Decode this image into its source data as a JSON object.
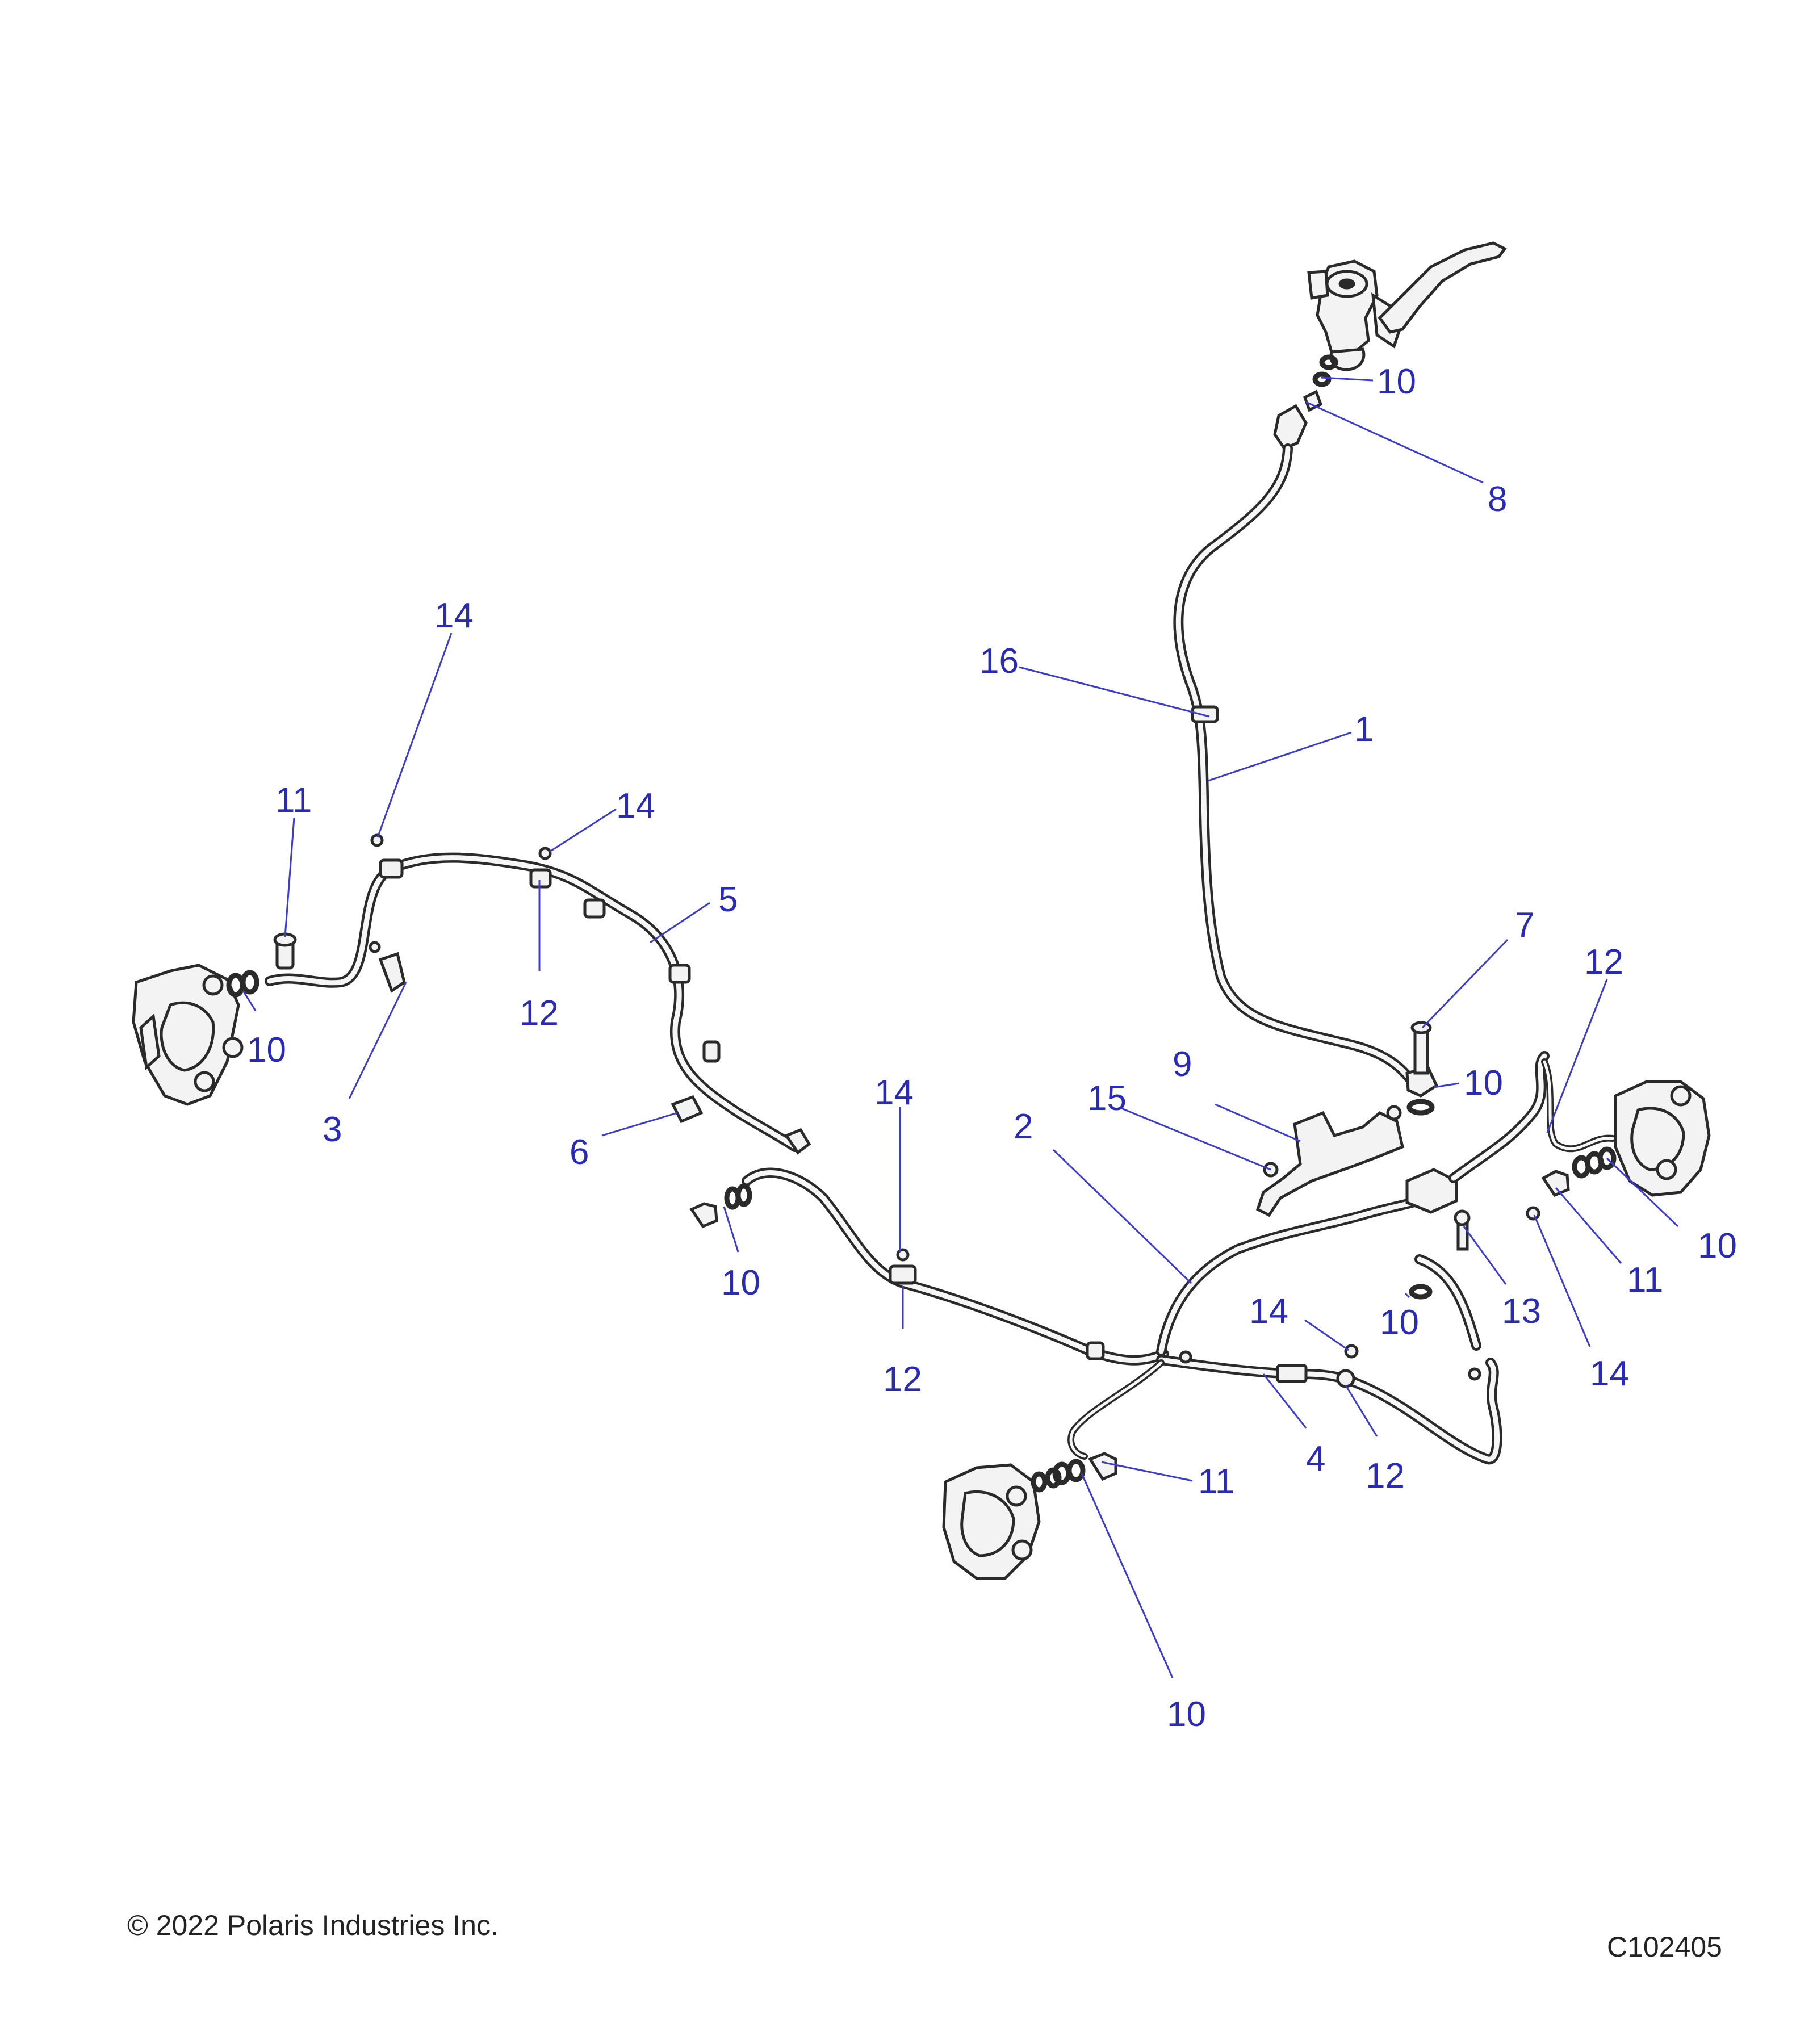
{
  "accent_color": "#2a2ab8",
  "callouts": [
    {
      "id": "c1",
      "label": "1"
    },
    {
      "id": "c2",
      "label": "2"
    },
    {
      "id": "c3",
      "label": "3"
    },
    {
      "id": "c4",
      "label": "4"
    },
    {
      "id": "c5",
      "label": "5"
    },
    {
      "id": "c6",
      "label": "6"
    },
    {
      "id": "c7",
      "label": "7"
    },
    {
      "id": "c8",
      "label": "8"
    },
    {
      "id": "c9",
      "label": "9"
    },
    {
      "id": "c10a",
      "label": "10"
    },
    {
      "id": "c10b",
      "label": "10"
    },
    {
      "id": "c10c",
      "label": "10"
    },
    {
      "id": "c10d",
      "label": "10"
    },
    {
      "id": "c10e",
      "label": "10"
    },
    {
      "id": "c10f",
      "label": "10"
    },
    {
      "id": "c10g",
      "label": "10"
    },
    {
      "id": "c11a",
      "label": "11"
    },
    {
      "id": "c11b",
      "label": "11"
    },
    {
      "id": "c11c",
      "label": "11"
    },
    {
      "id": "c12a",
      "label": "12"
    },
    {
      "id": "c12b",
      "label": "12"
    },
    {
      "id": "c12c",
      "label": "12"
    },
    {
      "id": "c12d",
      "label": "12"
    },
    {
      "id": "c13",
      "label": "13"
    },
    {
      "id": "c14a",
      "label": "14"
    },
    {
      "id": "c14b",
      "label": "14"
    },
    {
      "id": "c14c",
      "label": "14"
    },
    {
      "id": "c14d",
      "label": "14"
    },
    {
      "id": "c14e",
      "label": "14"
    },
    {
      "id": "c15",
      "label": "15"
    },
    {
      "id": "c16",
      "label": "16"
    }
  ],
  "footer": {
    "copyright": "© 2022 Polaris Industries Inc.",
    "figure_id": "C102405"
  }
}
